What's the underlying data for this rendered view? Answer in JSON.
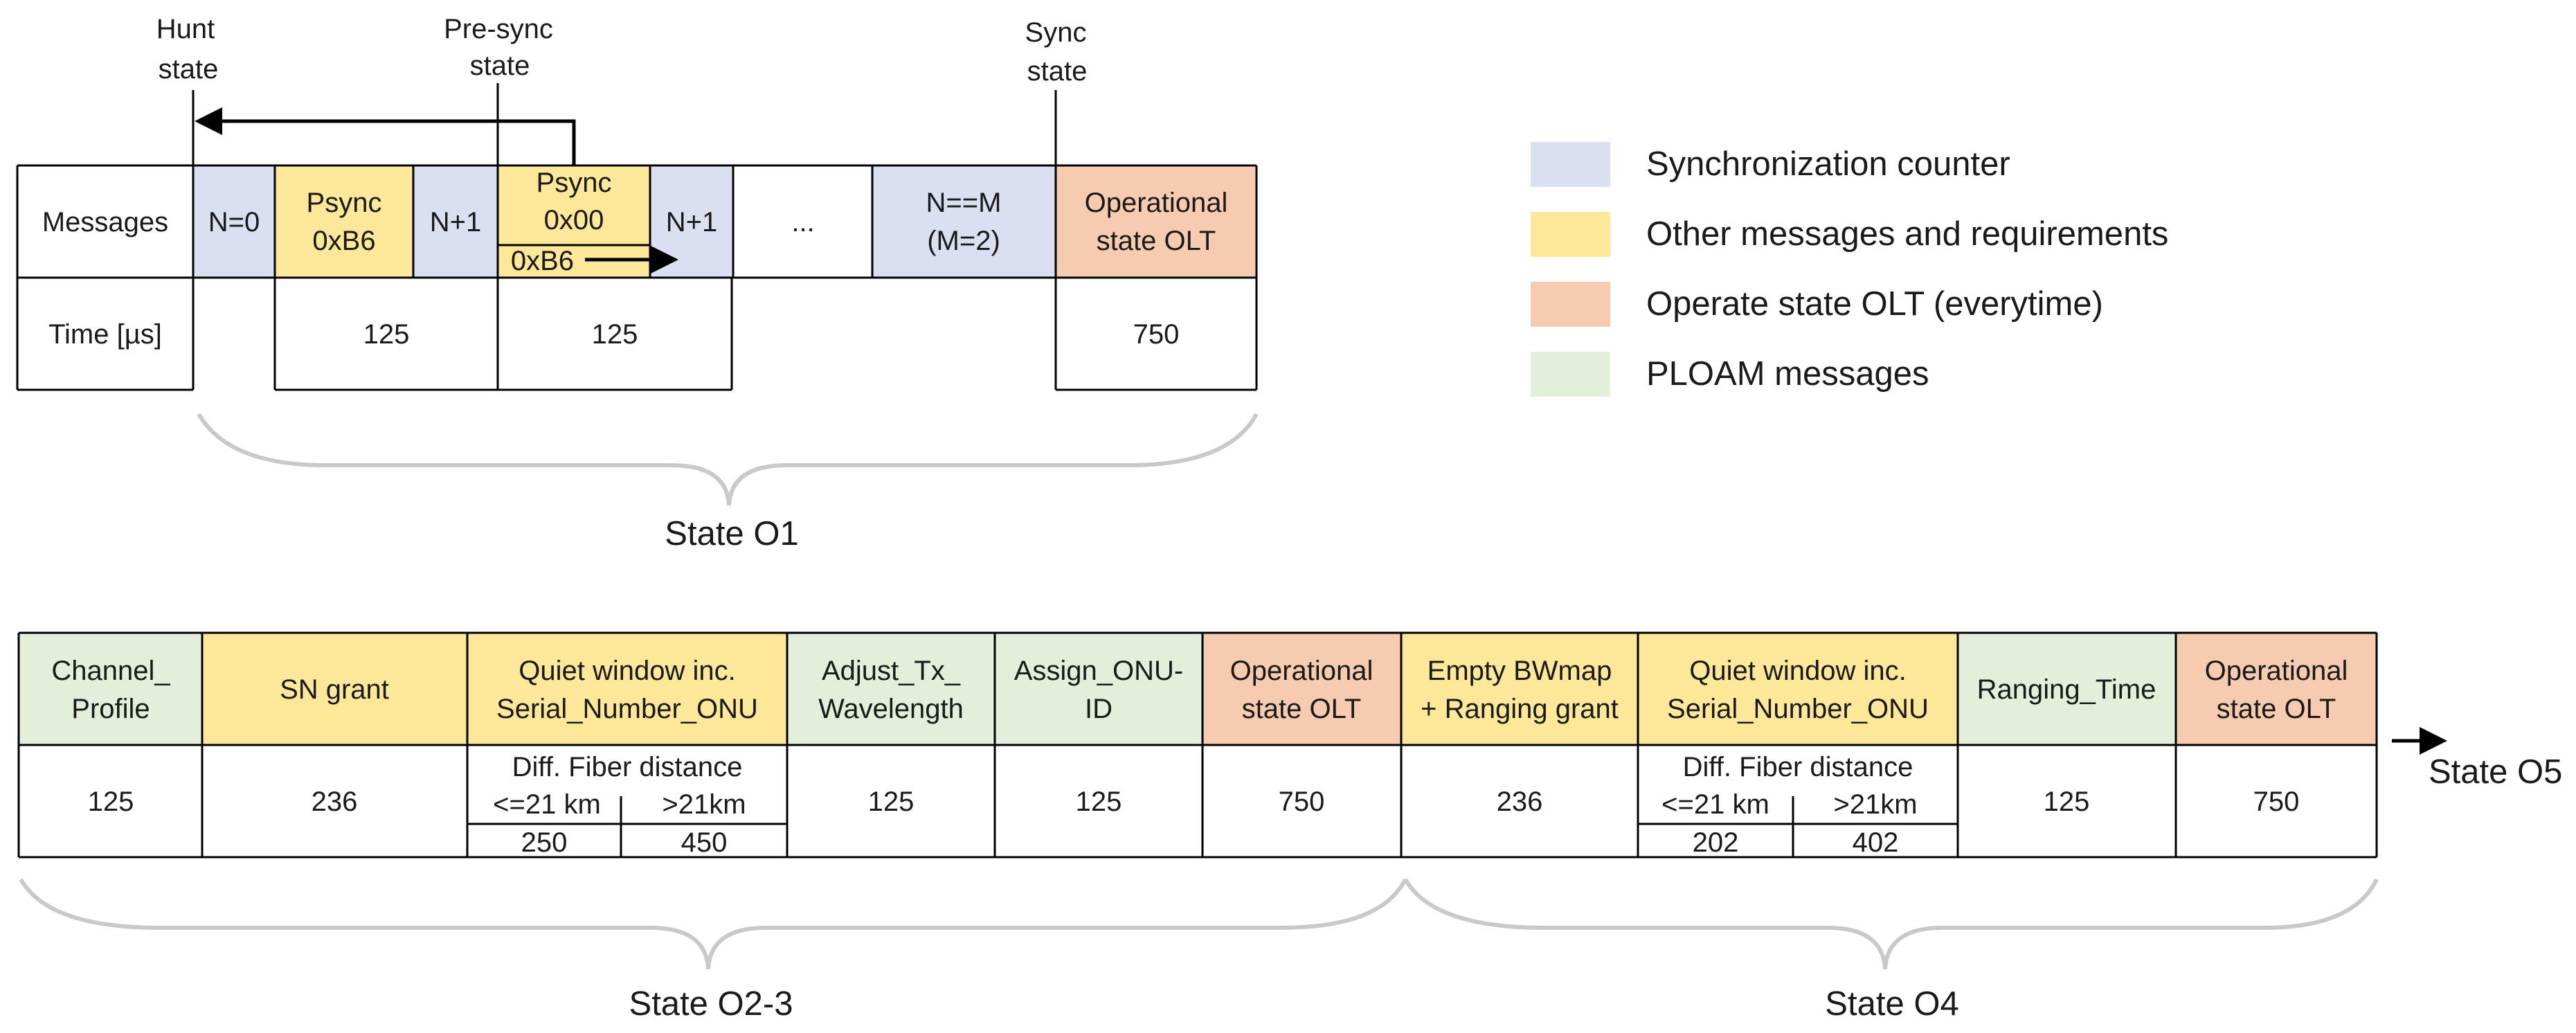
{
  "colors": {
    "sync_counter": "#dae0f2",
    "other_messages": "#fde89a",
    "operate_state": "#f7cbaf",
    "ploam": "#e2efda"
  },
  "legend": [
    {
      "label": "Synchronization counter",
      "color": "#dae0f2"
    },
    {
      "label": "Other messages and requirements",
      "color": "#fde89a"
    },
    {
      "label": "Operate state OLT (everytime)",
      "color": "#f7cbaf"
    },
    {
      "label": "PLOAM messages",
      "color": "#e2efda"
    }
  ],
  "o1": {
    "hunt_label": [
      "Hunt",
      "state"
    ],
    "presync_label": [
      "Pre-sync",
      "state"
    ],
    "sync_label": [
      "Sync",
      "state"
    ],
    "row_messages_label": "Messages",
    "row_time_label": "Time [µs]",
    "n0": "N=0",
    "psync1": [
      "Psync",
      "0xB6"
    ],
    "n1a": "N+1",
    "psync2_top": [
      "Psync",
      "0x00"
    ],
    "psync2_bottom": "0xB6",
    "n1b": "N+1",
    "ellipsis": "...",
    "nm": [
      "N==M",
      "(M=2)"
    ],
    "op": [
      "Operational",
      "state OLT"
    ],
    "time_psync1": "125",
    "time_psync2": "125",
    "time_op": "750",
    "state_label": "State O1"
  },
  "o23": {
    "messages": [
      [
        "Channel_",
        "Profile"
      ],
      [
        "SN grant"
      ],
      [
        "Quiet window  inc.",
        "Serial_Number_ONU"
      ],
      [
        "Adjust_Tx_",
        "Wavelength"
      ],
      [
        "Assign_ONU-",
        "ID"
      ],
      [
        "Operational",
        "state OLT"
      ]
    ],
    "times": [
      "125",
      "236",
      "",
      "125",
      "125",
      "750"
    ],
    "fiber": {
      "title": "Diff. Fiber distance",
      "short": "<=21 km",
      "long": ">21km",
      "short_val": "250",
      "long_val": "450"
    },
    "state_label": "State O2-3"
  },
  "o4": {
    "messages": [
      [
        "Empty BWmap",
        "+ Ranging grant"
      ],
      [
        "Quiet window  inc.",
        "Serial_Number_ONU"
      ],
      [
        "Ranging_Time"
      ],
      [
        "Operational",
        "state OLT"
      ]
    ],
    "times": [
      "236",
      "",
      "125",
      "750"
    ],
    "fiber": {
      "title": "Diff. Fiber distance",
      "short": "<=21 km",
      "long": ">21km",
      "short_val": "202",
      "long_val": "402"
    },
    "state_label": "State O4"
  },
  "next_state": "State O5"
}
